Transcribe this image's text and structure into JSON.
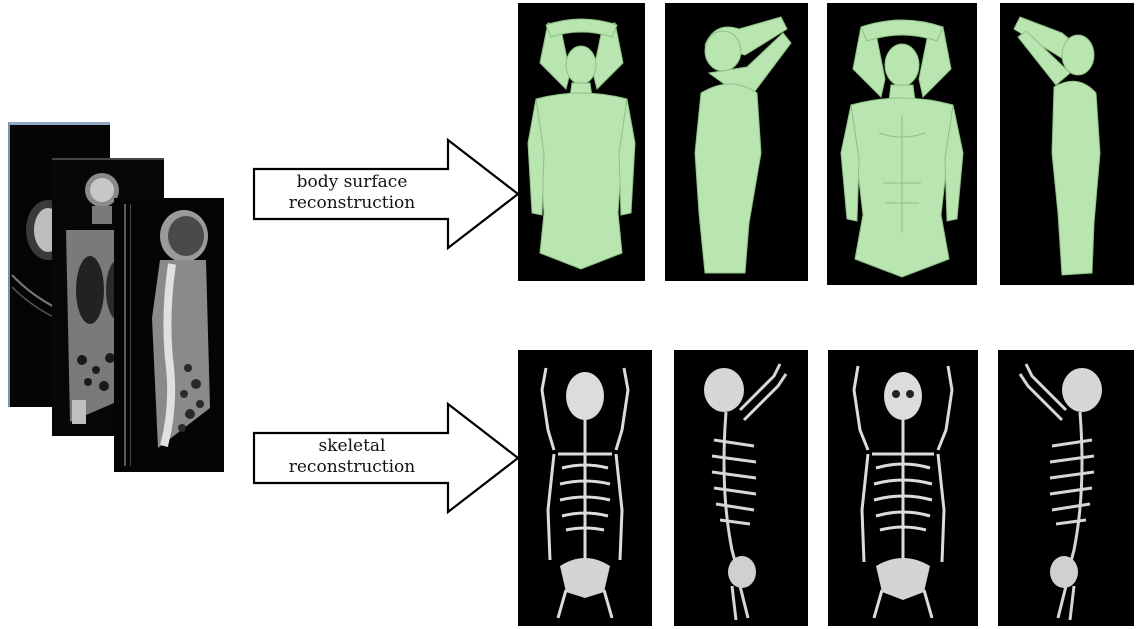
{
  "arrows": {
    "top": {
      "line1": "body surface",
      "line2": "reconstruction"
    },
    "bottom": {
      "line1": "skeletal",
      "line2": "reconstruction"
    }
  },
  "ct_slices": {
    "count": 3,
    "label": ""
  },
  "rows": {
    "body_surface": {
      "views": [
        "back",
        "left-side",
        "front",
        "right-side"
      ],
      "color": "#b9e6b0"
    },
    "skeleton": {
      "views": [
        "back",
        "left-side",
        "front",
        "right-side"
      ],
      "color": "#dcdcdc"
    }
  }
}
